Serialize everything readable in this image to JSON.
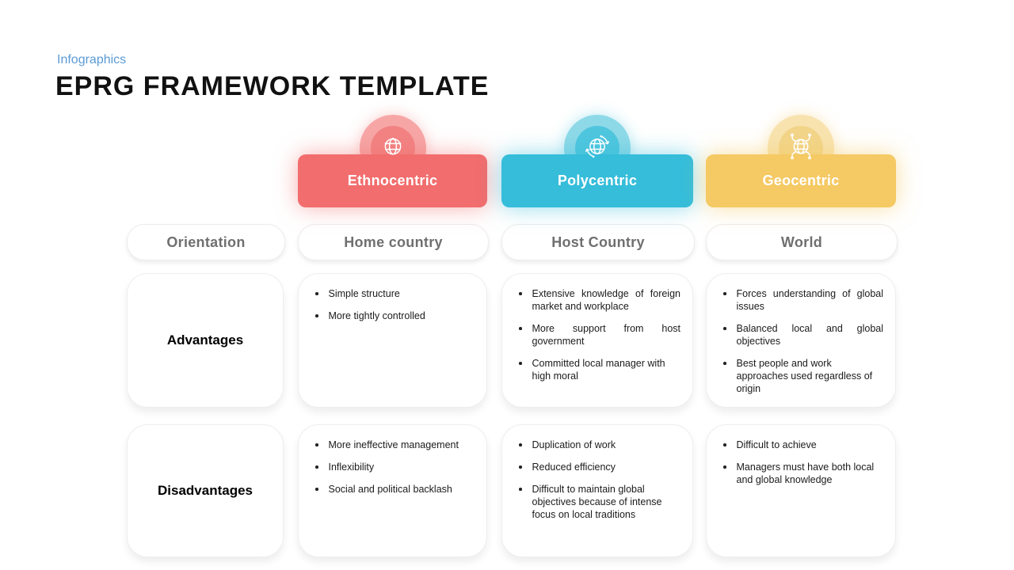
{
  "page": {
    "eyebrow": "Infographics",
    "title": "EPRG FRAMEWORK TEMPLATE",
    "accent_blue": "#5B9BD5"
  },
  "row_labels": {
    "orientation": "Orientation",
    "advantages": "Advantages",
    "disadvantages": "Disadvantages"
  },
  "columns": [
    {
      "id": "ethnocentric",
      "label": "Ethnocentric",
      "icon": "globe-network-icon",
      "colors": {
        "main": "#F26D6D",
        "inner_circle": "#F28383",
        "outer_circle": "#F7A6A6"
      },
      "orientation": "Home country",
      "advantages": [
        "Simple structure",
        "More tightly controlled"
      ],
      "disadvantages": [
        "More ineffective management",
        "Inflexibility",
        "Social and political backlash"
      ]
    },
    {
      "id": "polycentric",
      "label": "Polycentric",
      "icon": "globe-rotation-icon",
      "colors": {
        "main": "#35BDDA",
        "inner_circle": "#4FC6DE",
        "outer_circle": "#8ED9E8"
      },
      "orientation": "Host Country",
      "advantages": [
        "Extensive knowledge of foreign market and workplace",
        "More support from host government",
        "Committed local manager with high moral"
      ],
      "disadvantages": [
        "Duplication of work",
        "Reduced efficiency",
        "Difficult to maintain global objectives because of intense focus on local traditions"
      ]
    },
    {
      "id": "geocentric",
      "label": "Geocentric",
      "icon": "globe-ornament-icon",
      "colors": {
        "main": "#F5C963",
        "inner_circle": "#F2D58A",
        "outer_circle": "#F8E3AF"
      },
      "orientation": "World",
      "advantages": [
        "Forces understanding of global issues",
        "Balanced local and global objectives",
        "Best people and work approaches used regardless of origin"
      ],
      "disadvantages": [
        "Difficult to achieve",
        "Managers must have both local and global knowledge"
      ]
    }
  ]
}
